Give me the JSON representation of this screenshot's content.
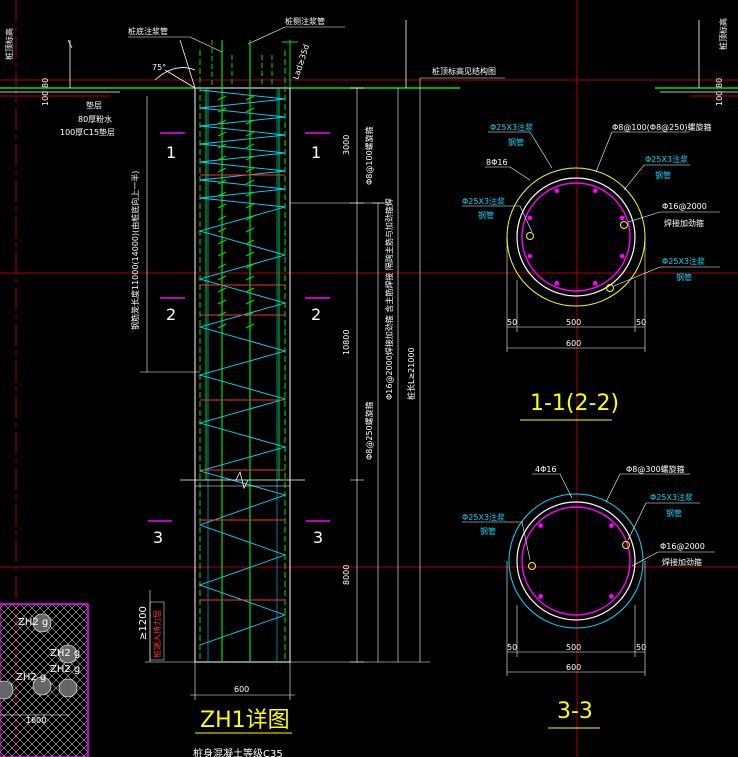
{
  "colors": {
    "background": "#000000",
    "grid": "#b00000",
    "green": "#00e000",
    "cyan": "#00d8ff",
    "magenta": "#ff00ff",
    "yellow": "#ffff00",
    "white": "#ffffff",
    "pink": "#ff00ff"
  },
  "elevation": {
    "d100": "100",
    "d80": "80",
    "left_note_1": "垫层",
    "left_note_2": "80厚粉水",
    "left_note_3": "100厚C15垫层",
    "side_left_label": "桩顶标高",
    "side_right_label": "桩顶标高",
    "angle_label": "75°"
  },
  "elevation_right": {
    "d80": "80",
    "d100": "100"
  },
  "top_labels": {
    "left_tube": "桩底注浆管",
    "right_tube": "桩侧注浆管",
    "anchor": "Lad≥35d",
    "cap_note": "桩顶标高见结构图"
  },
  "pile": {
    "title": "ZH1详图",
    "bottom_note": "桩身混凝土等级C35",
    "width_dim": "600",
    "bearing_dim": "≥1200",
    "bearing_note": "桩端入持力层",
    "left_vertical_note": "钢筋笼长度11000(14000)(由桩底向上一半)",
    "dims": {
      "top": "3000",
      "mid": "10800",
      "bottom": "8000"
    },
    "vnotes": {
      "top": "Φ8@100螺旋箍",
      "mid": "Φ8@250螺旋箍",
      "main": "Φ16@2000焊接加劲箍 含主筋焊接 隔跨主筋与加劲箍焊",
      "total": "桩长L≥21000"
    },
    "section_marks": [
      "1",
      "1",
      "2",
      "2",
      "3",
      "3"
    ]
  },
  "section_1": {
    "title": "1-1(2-2)",
    "labels": {
      "tube_a": "Φ25X3注浆",
      "tube_a2": "钢管",
      "spiral": "Φ8@100(Φ8@250)螺旋箍",
      "main_bars": "8Φ16",
      "tube_b": "Φ25X3注浆",
      "tube_b2": "钢管",
      "tube_c": "Φ25X3注浆",
      "tube_c2": "钢管",
      "stiff": "Φ16@2000",
      "stiff2": "焊接加劲箍",
      "tube_d": "Φ25X3注浆",
      "tube_d2": "钢管"
    },
    "dims": {
      "left": "50",
      "mid": "500",
      "right": "50",
      "total": "600"
    }
  },
  "section_3": {
    "title": "3-3",
    "labels": {
      "main_bars": "4Φ16",
      "spiral": "Φ8@300螺旋箍",
      "tube_a": "Φ25X3注浆",
      "tube_a2": "钢管",
      "tube_b": "Φ25X3注浆",
      "tube_b2": "钢管",
      "stiff": "Φ16@2000",
      "stiff2": "焊接加劲箍"
    },
    "dims": {
      "left": "50",
      "mid": "500",
      "right": "50",
      "total": "600"
    }
  },
  "hatch_panel": {
    "labels": [
      "ZH2 g",
      "ZH2 g",
      "ZH2 g",
      "ZH2 g"
    ],
    "dim": "1800"
  }
}
